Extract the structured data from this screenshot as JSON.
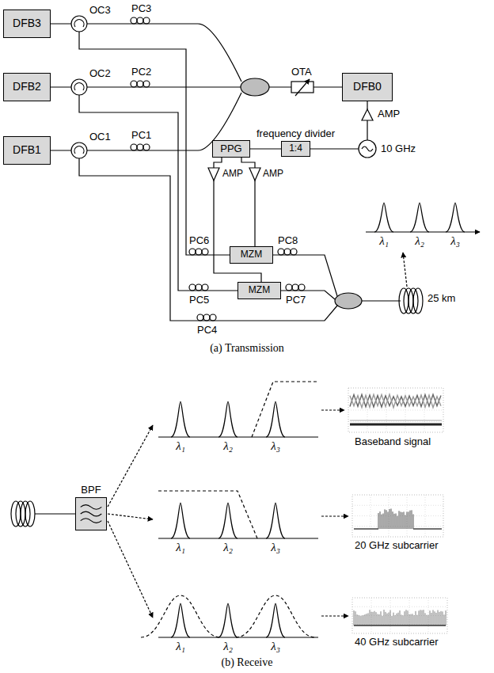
{
  "diagram": {
    "nodes": [
      {
        "text": [
          "DFB3"
        ]
      },
      {
        "text": [
          "DFB2"
        ]
      },
      {
        "text": [
          "DFB1"
        ]
      },
      {
        "text": [
          "DFB0"
        ]
      },
      {
        "text": [
          "frequency divider",
          "1:4"
        ]
      },
      {
        "text": [
          "PPG"
        ]
      },
      {
        "text": [
          "MZM"
        ]
      },
      {
        "text": [
          "MZM"
        ]
      },
      {
        "text": [
          "BPF"
        ]
      }
    ],
    "edges": [
      {
        "from": 4,
        "to": 5,
        "arrow": "none"
      },
      {
        "from": 5,
        "to": 6,
        "arrow": "none"
      },
      {
        "from": 5,
        "to": 7,
        "arrow": "none"
      }
    ],
    "labels": [
      "OC3",
      "PC3",
      "OC2",
      "PC2",
      "OC1",
      "PC1",
      "OTA",
      "AMP",
      "10 GHz",
      "AMP",
      "AMP",
      "PC6",
      "PC8",
      "PC5",
      "PC7",
      "PC4",
      "λ₁",
      "λ₂",
      "λ₃",
      "25 km",
      "(a) Transmission",
      "λ₁",
      "λ₂",
      "λ₃",
      "Baseband signal",
      "λ₁",
      "λ₂",
      "λ₃",
      "20 GHz subcarrier",
      "λ₁",
      "λ₂",
      "λ₃",
      "40 GHz subcarrier",
      "(b) Receive"
    ]
  }
}
